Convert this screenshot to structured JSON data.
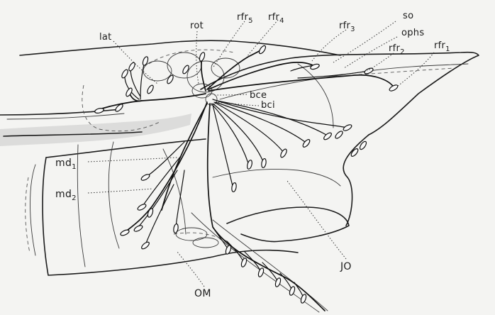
{
  "labels": {
    "lat": "lat",
    "rot": "rot",
    "rfr5": "rfr",
    "rfr5_sub": "5",
    "rfr4": "rfr",
    "rfr4_sub": "4",
    "rfr3": "rfr",
    "rfr3_sub": "3",
    "so": "so",
    "ophs": "ophs",
    "rfr2": "rfr",
    "rfr2_sub": "2",
    "rfr1": "rfr",
    "rfr1_sub": "1",
    "bce": "bce",
    "bci": "bci",
    "md1": "md",
    "md1_sub": "1",
    "md2": "md",
    "md2_sub": "2",
    "jo": "JO",
    "om": "OM"
  }
}
